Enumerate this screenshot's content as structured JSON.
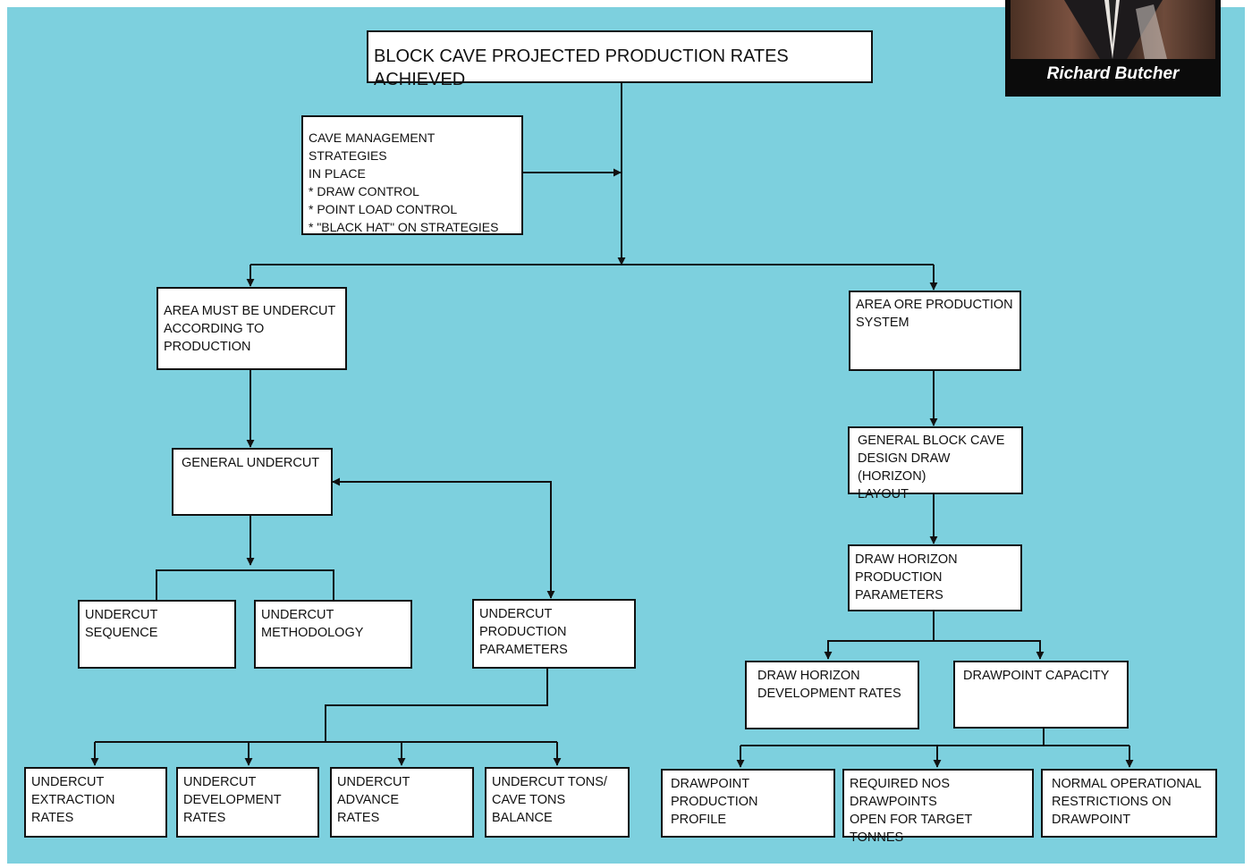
{
  "photo": {
    "caption": "Richard Butcher"
  },
  "colors": {
    "background": "#7dd0de",
    "box": "#ffffff",
    "line": "#111111"
  },
  "boxes": {
    "top": "BLOCK CAVE PROJECTED PRODUCTION RATES ACHIEVED",
    "cave_mgmt": "CAVE MANAGEMENT STRATEGIES\n IN PLACE\n * DRAW CONTROL\n* POINT LOAD CONTROL\n* \"BLACK HAT\" ON STRATEGIES",
    "area_undercut": "AREA MUST BE UNDERCUT\nACCORDING TO PRODUCTION",
    "area_ore": "AREA ORE PRODUCTION\nSYSTEM",
    "general_undercut": "GENERAL UNDERCUT",
    "general_block_cave": "GENERAL BLOCK CAVE\nDESIGN DRAW (HORIZON)\nLAYOUT",
    "undercut_sequence": "UNDERCUT SEQUENCE",
    "undercut_methodology": "UNDERCUT\nMETHODOLOGY",
    "undercut_production_params": "UNDERCUT PRODUCTION\nPARAMETERS",
    "draw_horizon_params": "DRAW HORIZON\nPRODUCTION PARAMETERS",
    "draw_horizon_dev": "DRAW HORIZON\nDEVELOPMENT RATES",
    "drawpoint_capacity": "DRAWPOINT CAPACITY",
    "undercut_extraction": "UNDERCUT\nEXTRACTION\nRATES",
    "undercut_development": "UNDERCUT\nDEVELOPMENT\nRATES",
    "undercut_advance": "UNDERCUT ADVANCE\nRATES",
    "undercut_tons": "UNDERCUT TONS/\nCAVE TONS BALANCE",
    "drawpoint_profile": "DRAWPOINT PRODUCTION\nPROFILE",
    "required_drawpoints": "REQUIRED NOS DRAWPOINTS\nOPEN FOR TARGET TONNES",
    "normal_restrictions": "NORMAL OPERATIONAL\nRESTRICTIONS ON\nDRAWPOINT"
  }
}
